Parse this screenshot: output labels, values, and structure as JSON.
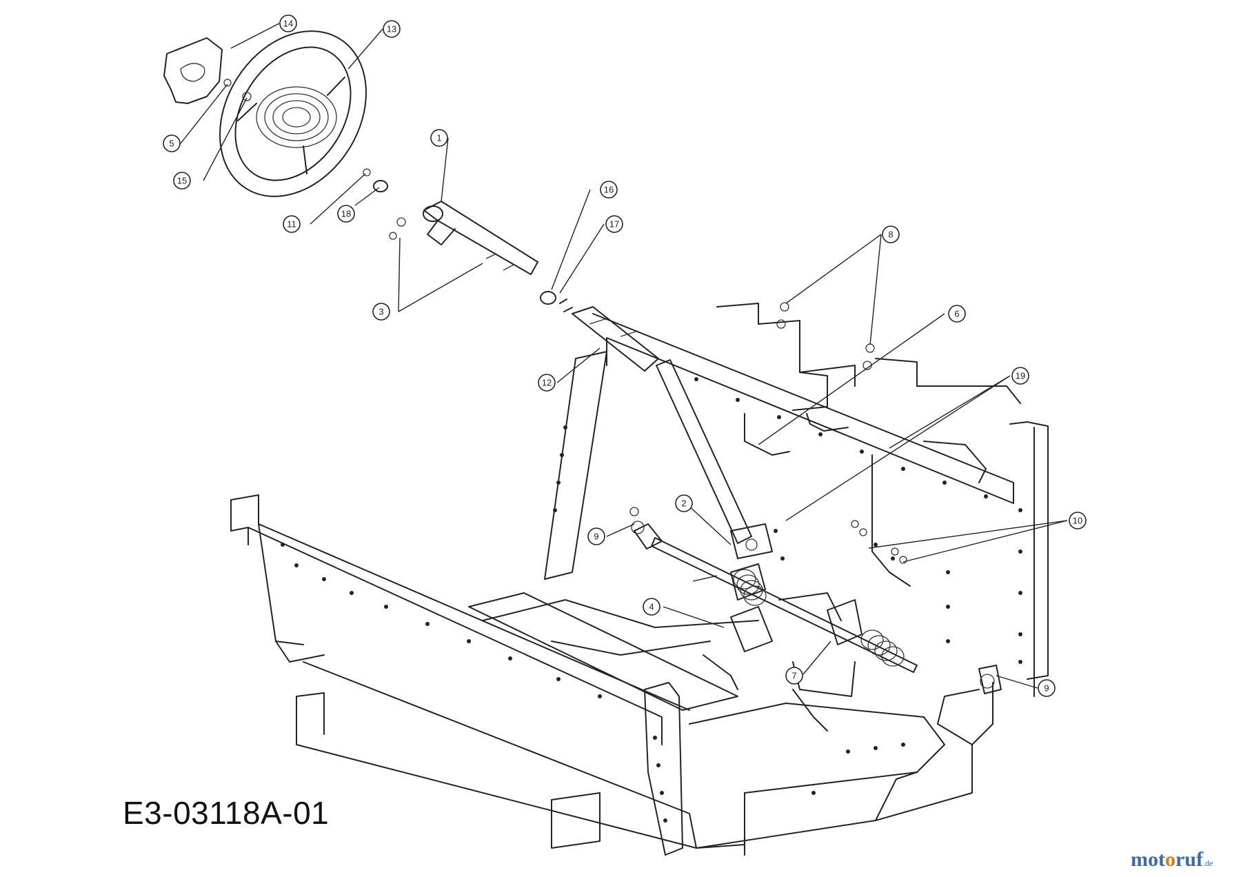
{
  "diagram": {
    "code": "E3-03118A-01",
    "watermark": {
      "part1": "mot",
      "part2": "o",
      "part3": "ruf",
      "part4": ".de"
    },
    "callouts": [
      "14",
      "13",
      "5",
      "15",
      "11",
      "18",
      "1",
      "16",
      "17",
      "3",
      "8",
      "6",
      "12",
      "19",
      "9",
      "2",
      "4",
      "7",
      "10",
      "9"
    ]
  }
}
